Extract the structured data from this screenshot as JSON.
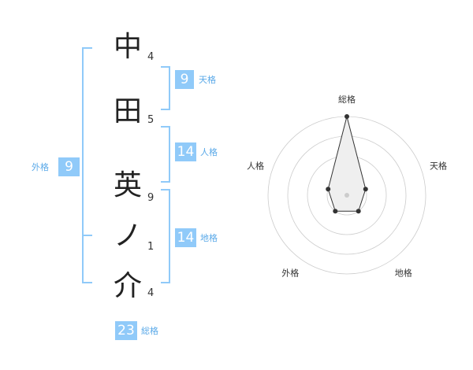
{
  "name_chars": [
    {
      "char": "中",
      "strokes": "4"
    },
    {
      "char": "田",
      "strokes": "5"
    },
    {
      "char": "英",
      "strokes": "9"
    },
    {
      "char": "ノ",
      "strokes": "1"
    },
    {
      "char": "介",
      "strokes": "4"
    }
  ],
  "kaku": {
    "ten": {
      "value": "9",
      "label": "天格"
    },
    "jin": {
      "value": "14",
      "label": "人格"
    },
    "chi": {
      "value": "14",
      "label": "地格"
    },
    "gai": {
      "value": "9",
      "label": "外格"
    },
    "sou": {
      "value": "23",
      "label": "総格"
    }
  },
  "chart_data": {
    "type": "radar",
    "axes": [
      "総格",
      "天格",
      "地格",
      "外格",
      "人格"
    ],
    "values": [
      4,
      1,
      1,
      1,
      1
    ],
    "rmax": 4,
    "rings": 4,
    "grid": true,
    "colors": {
      "fill": "#efefef",
      "line": "#333333",
      "grid": "#cccccc",
      "center": "#cccccc"
    }
  },
  "colors": {
    "accent": "#90caf9",
    "label": "#5aa9e8"
  }
}
